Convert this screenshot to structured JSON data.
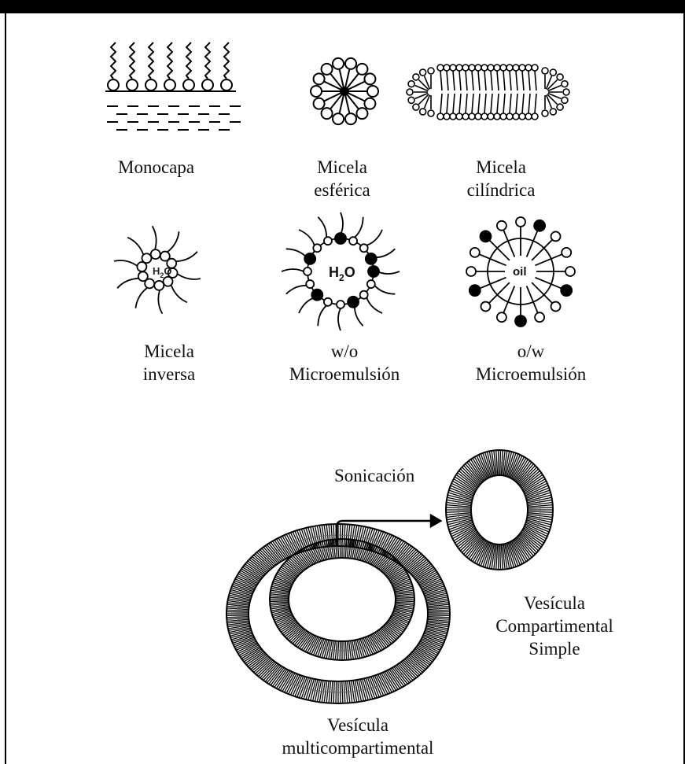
{
  "labels": {
    "monocapa": "Monocapa",
    "micela_esferica": [
      "Micela",
      "esférica"
    ],
    "micela_cilindrica": [
      "Micela",
      "cilíndrica"
    ],
    "micela_inversa": [
      "Micela",
      "inversa"
    ],
    "wo": [
      "w/o",
      "Microemulsión"
    ],
    "ow": [
      "o/w",
      "Microemulsión"
    ],
    "sonicacion": "Sonicación",
    "vesicula_simple": [
      "Vesícula",
      "Compartimental",
      "Simple"
    ],
    "vesicula_multi": [
      "Vesícula",
      "multicompartimental"
    ]
  },
  "inner_text": {
    "water": "H",
    "water_sub": "2",
    "water_o": "O",
    "oil": "oil"
  }
}
